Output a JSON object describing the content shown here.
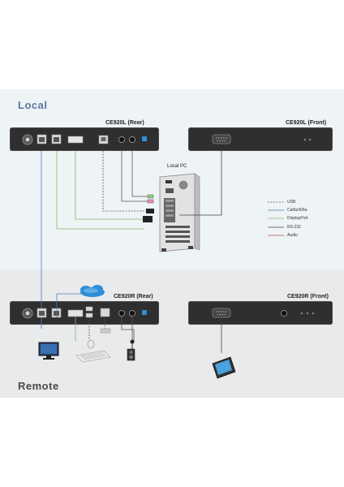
{
  "sections": {
    "local_title": "Local",
    "remote_title": "Remote"
  },
  "devices": {
    "ce920l_rear": "CE920L (Rear)",
    "ce920l_front": "CE920L (Front)",
    "ce920r_rear": "CE920R (Rear)",
    "ce920r_front": "CE920R (Front)",
    "local_pc": "Local PC"
  },
  "legend": [
    {
      "label": "USB",
      "color": "#555555",
      "style": "dashed"
    },
    {
      "label": "Cat5e/6/6a",
      "color": "#4a7fb0",
      "style": "solid"
    },
    {
      "label": "DisplayPort",
      "color": "#8bb56a",
      "style": "solid"
    },
    {
      "label": "RS-232",
      "color": "#444444",
      "style": "solid"
    },
    {
      "label": "Audio",
      "color": "#c0504d",
      "style": "solid"
    }
  ],
  "colors": {
    "cat_cable": "#4a7fb0",
    "displayport": "#8bb56a",
    "usb": "#555555",
    "rs232": "#444444",
    "audio": "#c0504d",
    "unit_body": "#2f2f2f",
    "cloud": "#2e8fd8"
  },
  "icons": [
    "power-adapter-icon",
    "rj45-port-icon",
    "displayport-port-icon",
    "usb-port-icon",
    "audio-jack-icon",
    "serial-port-icon",
    "monitor-icon",
    "keyboard-icon",
    "mouse-icon",
    "speaker-icon",
    "microphone-icon",
    "touch-panel-icon",
    "cloud-icon",
    "pc-tower-icon"
  ]
}
